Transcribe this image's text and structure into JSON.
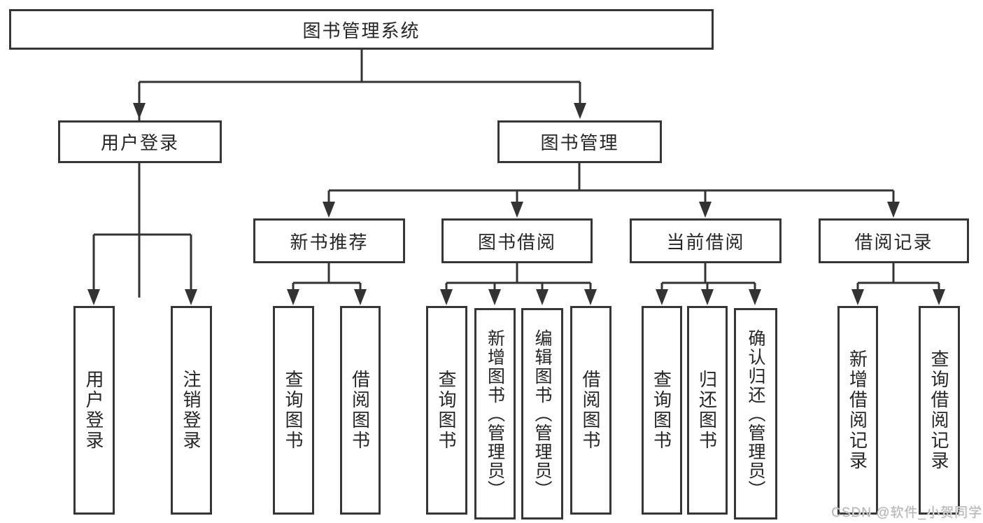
{
  "colors": {
    "line": "#333333",
    "box_border": "#363636",
    "box_fill": "#ffffff",
    "text": "#262626",
    "watermark": "#b5b5b5"
  },
  "diagram": {
    "root": {
      "label": "图书管理系统"
    },
    "level2": [
      {
        "label": "用户登录"
      },
      {
        "label": "图书管理"
      }
    ],
    "level3": [
      {
        "label": "新书推荐"
      },
      {
        "label": "图书借阅"
      },
      {
        "label": "当前借阅"
      },
      {
        "label": "借阅记录"
      }
    ],
    "leaves": {
      "user_login_group": [
        {
          "label": "用户登录"
        },
        {
          "label": "注销登录"
        }
      ],
      "new_book_group": [
        {
          "label": "查询图书"
        },
        {
          "label": "借阅图书"
        }
      ],
      "book_borrow_group": [
        {
          "label": "查询图书"
        },
        {
          "label": "新增图书（管理员）"
        },
        {
          "label": "编辑图书（管理员）"
        },
        {
          "label": "借阅图书"
        }
      ],
      "current_borrow_group": [
        {
          "label": "查询图书"
        },
        {
          "label": "归还图书"
        },
        {
          "label": "确认归还（管理员）"
        }
      ],
      "borrow_record_group": [
        {
          "label": "新增借阅记录"
        },
        {
          "label": "查询借阅记录"
        }
      ]
    }
  },
  "watermark": {
    "text": "CSDN @软件_小贺同学"
  }
}
